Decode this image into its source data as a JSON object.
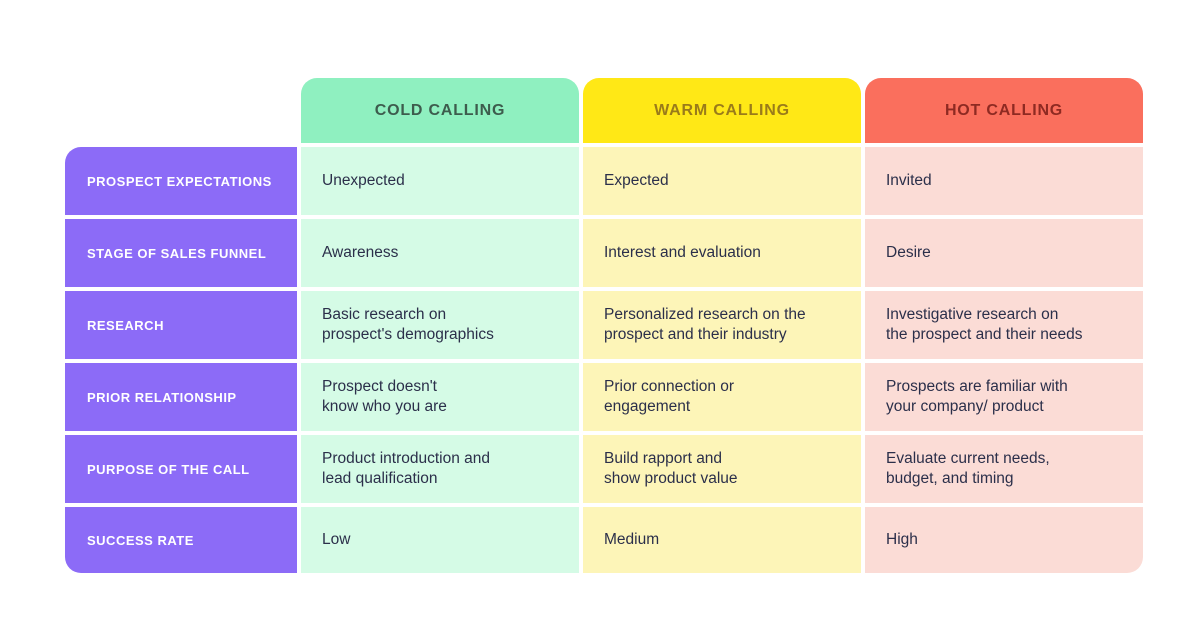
{
  "table": {
    "columns": [
      {
        "key": "cold",
        "label": "Cold Calling"
      },
      {
        "key": "warm",
        "label": "Warm Calling"
      },
      {
        "key": "hot",
        "label": "Hot Calling"
      }
    ],
    "rows": [
      {
        "label": "Prospect Expectations",
        "cold": "Unexpected",
        "warm": "Expected",
        "hot": "Invited"
      },
      {
        "label": "Stage of Sales Funnel",
        "cold": "Awareness",
        "warm": "Interest and evaluation",
        "hot": "Desire"
      },
      {
        "label": "Research",
        "cold": "Basic research on\nprospect's demographics",
        "warm": "Personalized research on the\nprospect and their industry",
        "hot": "Investigative research on\nthe prospect and their needs"
      },
      {
        "label": "Prior Relationship",
        "cold": "Prospect doesn't\nknow who you are",
        "warm": "Prior connection or\nengagement",
        "hot": "Prospects are familiar with\nyour company/ product"
      },
      {
        "label": "Purpose of the Call",
        "cold": "Product introduction and\nlead qualification",
        "warm": "Build rapport and\nshow product value",
        "hot": "Evaluate current needs,\nbudget, and timing"
      },
      {
        "label": "Success Rate",
        "cold": "Low",
        "warm": "Medium",
        "hot": "High"
      }
    ]
  },
  "colors": {
    "row_label_bg": "#8c6bf7",
    "row_label_text": "#ffffff",
    "cold_header_bg": "#8ff0c0",
    "cold_header_text": "#3d5c4d",
    "cold_cell_bg": "#d5fbe6",
    "warm_header_bg": "#ffe816",
    "warm_header_text": "#9a7b1a",
    "warm_cell_bg": "#fdf5b8",
    "hot_header_bg": "#fa6f5d",
    "hot_header_text": "#8e2a22",
    "hot_cell_bg": "#fbdcd6",
    "cell_text": "#2b2f4a",
    "page_bg": "#ffffff"
  }
}
